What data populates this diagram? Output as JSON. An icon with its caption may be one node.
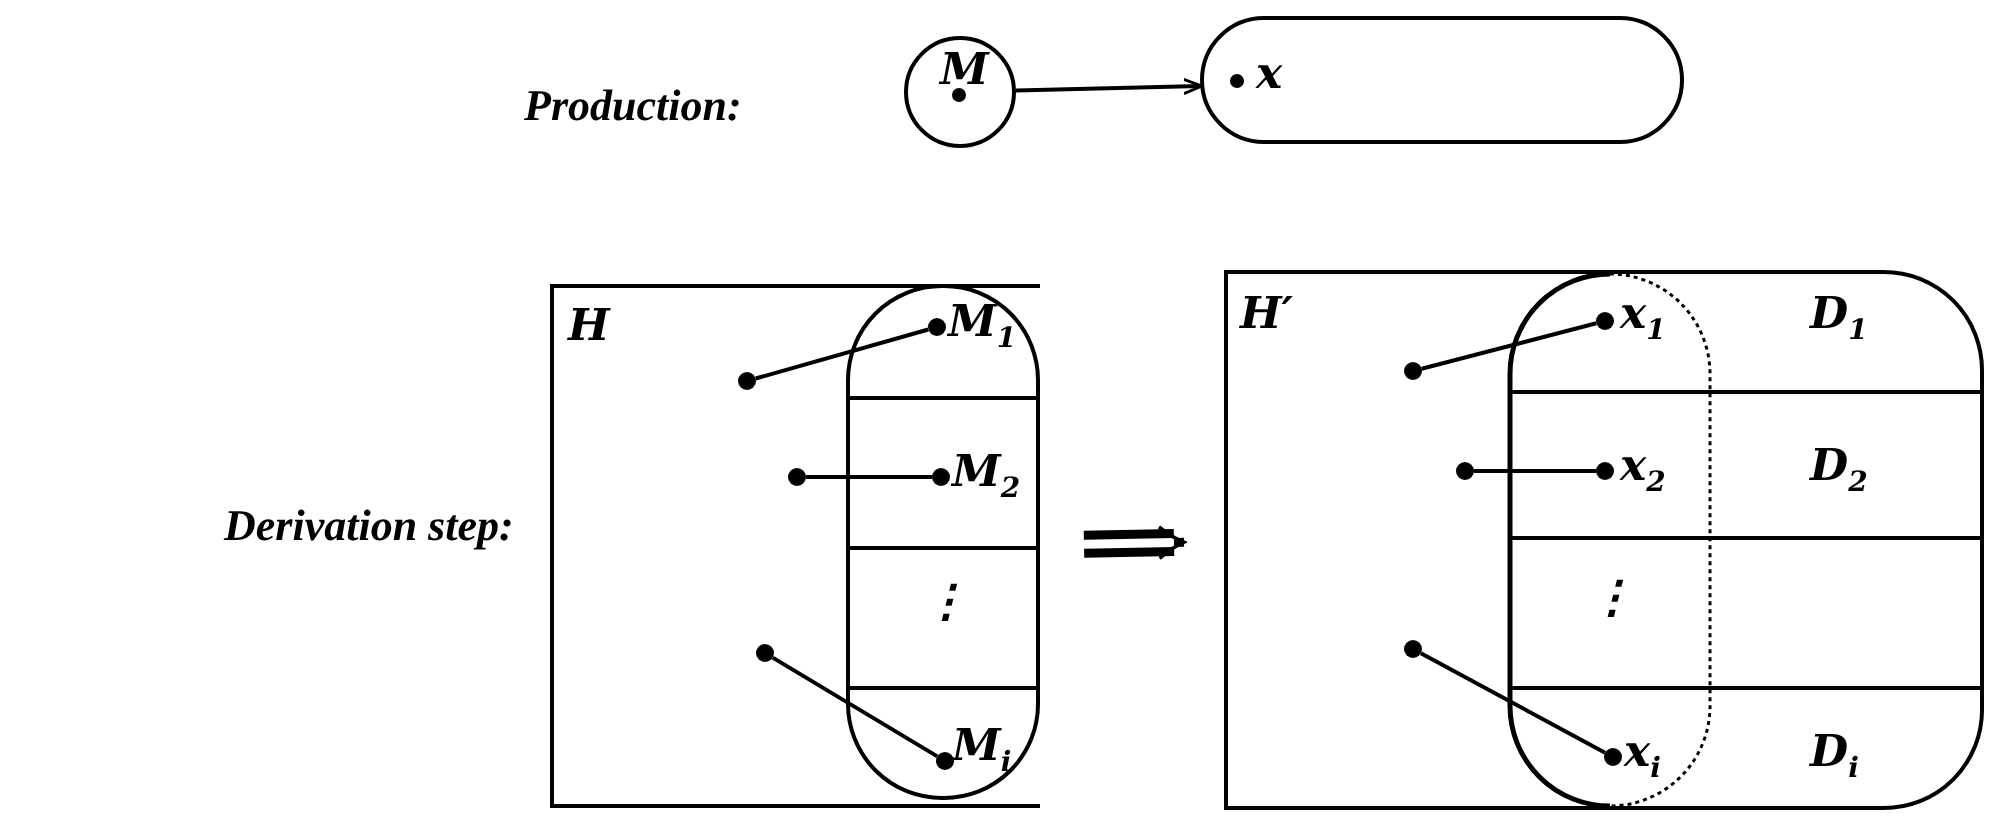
{
  "diagram": {
    "nodes": [
      {
        "text": [
          "M"
        ]
      },
      {
        "text": [
          "x"
        ]
      },
      {
        "text": [
          "H"
        ]
      },
      {
        "text": [],
        "shape": "box",
        "in": 2
      },
      {
        "text": [
          "M$_{1}$"
        ],
        "in": 3
      },
      {
        "text": [
          "M$_{2}$"
        ],
        "in": 3
      },
      {
        "text": [
          "⋮"
        ],
        "in": 3
      },
      {
        "text": [
          "M$_{i}$"
        ],
        "in": 3
      },
      {
        "text": [],
        "shape": "circle",
        "in": 4
      },
      {
        "text": [],
        "shape": "circle",
        "in": 5
      },
      {
        "text": [],
        "shape": "circle",
        "in": 7
      },
      {
        "text": [],
        "shape": "circle",
        "in": 2
      },
      {
        "text": [],
        "shape": "circle",
        "in": 2
      },
      {
        "text": [],
        "shape": "circle",
        "in": 2
      },
      {
        "text": [
          "H′"
        ]
      },
      {
        "text": [
          "x$_{1}$",
          "D$_{1}$"
        ],
        "in": 14
      },
      {
        "text": [
          "x$_{2}$",
          "D$_{2}$"
        ],
        "in": 14
      },
      {
        "text": [
          "⋮"
        ],
        "in": 14
      },
      {
        "text": [
          "x$_{i}$",
          "D$_{i}$"
        ],
        "in": 14
      },
      {
        "text": [],
        "shape": "circle",
        "in": 15
      },
      {
        "text": [],
        "shape": "circle",
        "in": 16
      },
      {
        "text": [],
        "shape": "circle",
        "in": 18
      },
      {
        "text": [],
        "shape": "circle",
        "in": 14
      },
      {
        "text": [],
        "shape": "circle",
        "in": 14
      },
      {
        "text": [],
        "shape": "circle",
        "in": 14
      }
    ],
    "edges": [
      {
        "from": 0,
        "to": 1,
        "arrow": "to"
      },
      {
        "from": 2,
        "to": 14,
        "arrow": "to",
        "style": "thick"
      },
      {
        "from": 11,
        "to": 8,
        "arrow": "none"
      },
      {
        "from": 12,
        "to": 9,
        "arrow": "none"
      },
      {
        "from": 13,
        "to": 10,
        "arrow": "none"
      },
      {
        "from": 22,
        "to": 19,
        "arrow": "none"
      },
      {
        "from": 23,
        "to": 20,
        "arrow": "none"
      },
      {
        "from": 24,
        "to": 21,
        "arrow": "none"
      }
    ],
    "labels": [
      "Production:",
      "Derivation step:"
    ]
  }
}
